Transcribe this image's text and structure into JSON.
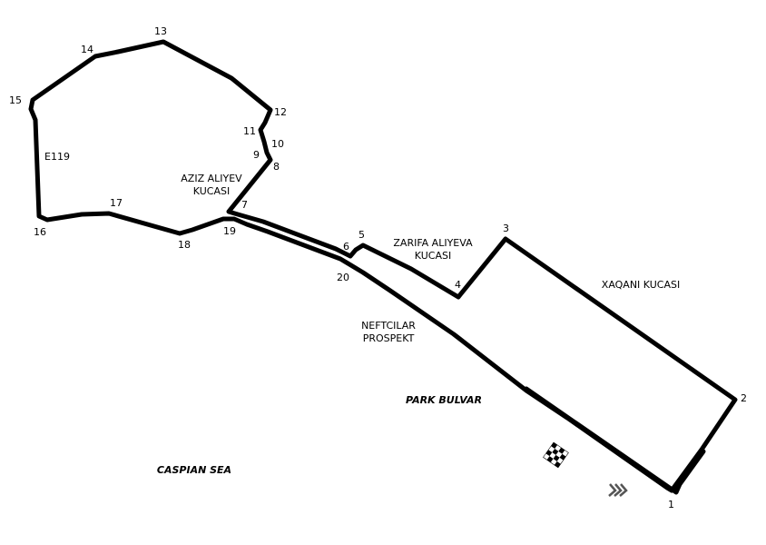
{
  "turns": [
    "1",
    "2",
    "3",
    "4",
    "5",
    "6",
    "7",
    "8",
    "9",
    "10",
    "11",
    "12",
    "13",
    "14",
    "15",
    "16",
    "17",
    "18",
    "19",
    "20"
  ],
  "streets": {
    "e119": "E119",
    "aziz_line1": "AZIZ ALIYEV",
    "aziz_line2": "KUCASI",
    "zarifa_line1": "ZARIFA ALIYEVA",
    "zarifa_line2": "KUCASI",
    "xaqani": "XAQANI KUCASI",
    "neftcilar_line1": "NEFTCILAR",
    "neftcilar_line2": "PROSPEKT"
  },
  "areas": {
    "park": "PARK BULVAR",
    "sea": "CASPIAN SEA"
  },
  "icons": {
    "start_finish": "checkered-flag-icon",
    "direction": "chevron-right-icon"
  },
  "colors": {
    "track": "#000000",
    "background": "#ffffff"
  }
}
